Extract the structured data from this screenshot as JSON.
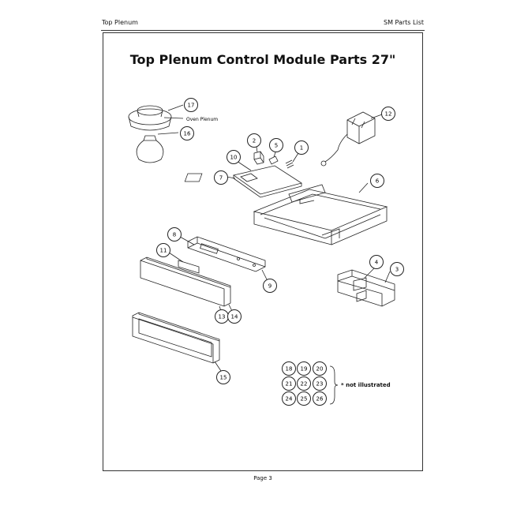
{
  "header": {
    "left": "Top Plenum",
    "right": "SM Parts List"
  },
  "title": "Top Plenum Control Module Parts 27\"",
  "footer": "Page 3",
  "labels": {
    "oven_plenum": "Oven Plenum"
  },
  "note": "* not illustrated",
  "callouts": [
    "17",
    "16",
    "2",
    "5",
    "1",
    "12",
    "10",
    "7",
    "6",
    "8",
    "11",
    "9",
    "4",
    "3",
    "13",
    "14",
    "15",
    "18",
    "19",
    "20",
    "21",
    "22",
    "23",
    "24",
    "25",
    "26"
  ]
}
